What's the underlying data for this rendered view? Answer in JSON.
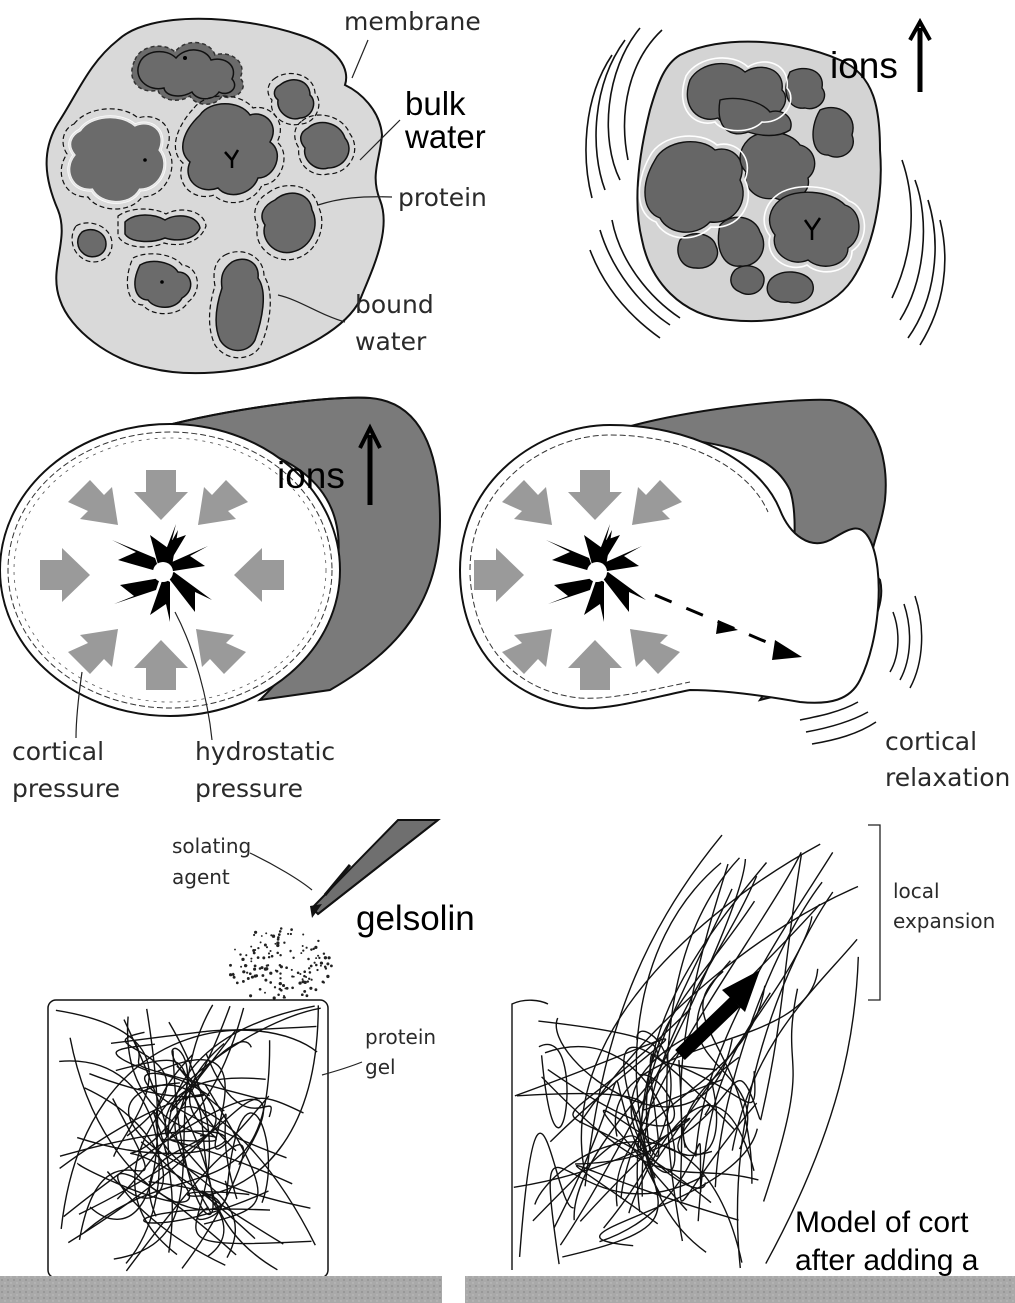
{
  "panel_cell": {
    "membrane": "membrane",
    "bulk_water_1": "bulk",
    "bulk_water_2": "water",
    "protein": "protein",
    "bound_water_1": "bound",
    "bound_water_2": "water"
  },
  "panel_shrunk": {
    "ions": "ions"
  },
  "panel_cylinder": {
    "ions": "ions",
    "cortical_pressure_1": "cortical",
    "cortical_pressure_2": "pressure",
    "hydrostatic_pressure_1": "hydrostatic",
    "hydrostatic_pressure_2": "pressure",
    "cortical_relaxation_1": "cortical",
    "cortical_relaxation_2": "relaxation"
  },
  "panel_gel": {
    "solating_agent_1": "solating",
    "solating_agent_2": "agent",
    "gelsolin": "gelsolin",
    "protein_gel_1": "protein",
    "protein_gel_2": "gel",
    "local_expansion_1": "local",
    "local_expansion_2": "expansion",
    "caption_1": "Model of cort",
    "caption_2": "after adding a"
  },
  "colors": {
    "cell_fill": "#d9d9d9",
    "protein_fill": "#6b6b6b",
    "cylinder_shade": "#7a7a7a",
    "gray_arrow": "#9a9a9a",
    "base_plate": "#a8a8a8"
  }
}
